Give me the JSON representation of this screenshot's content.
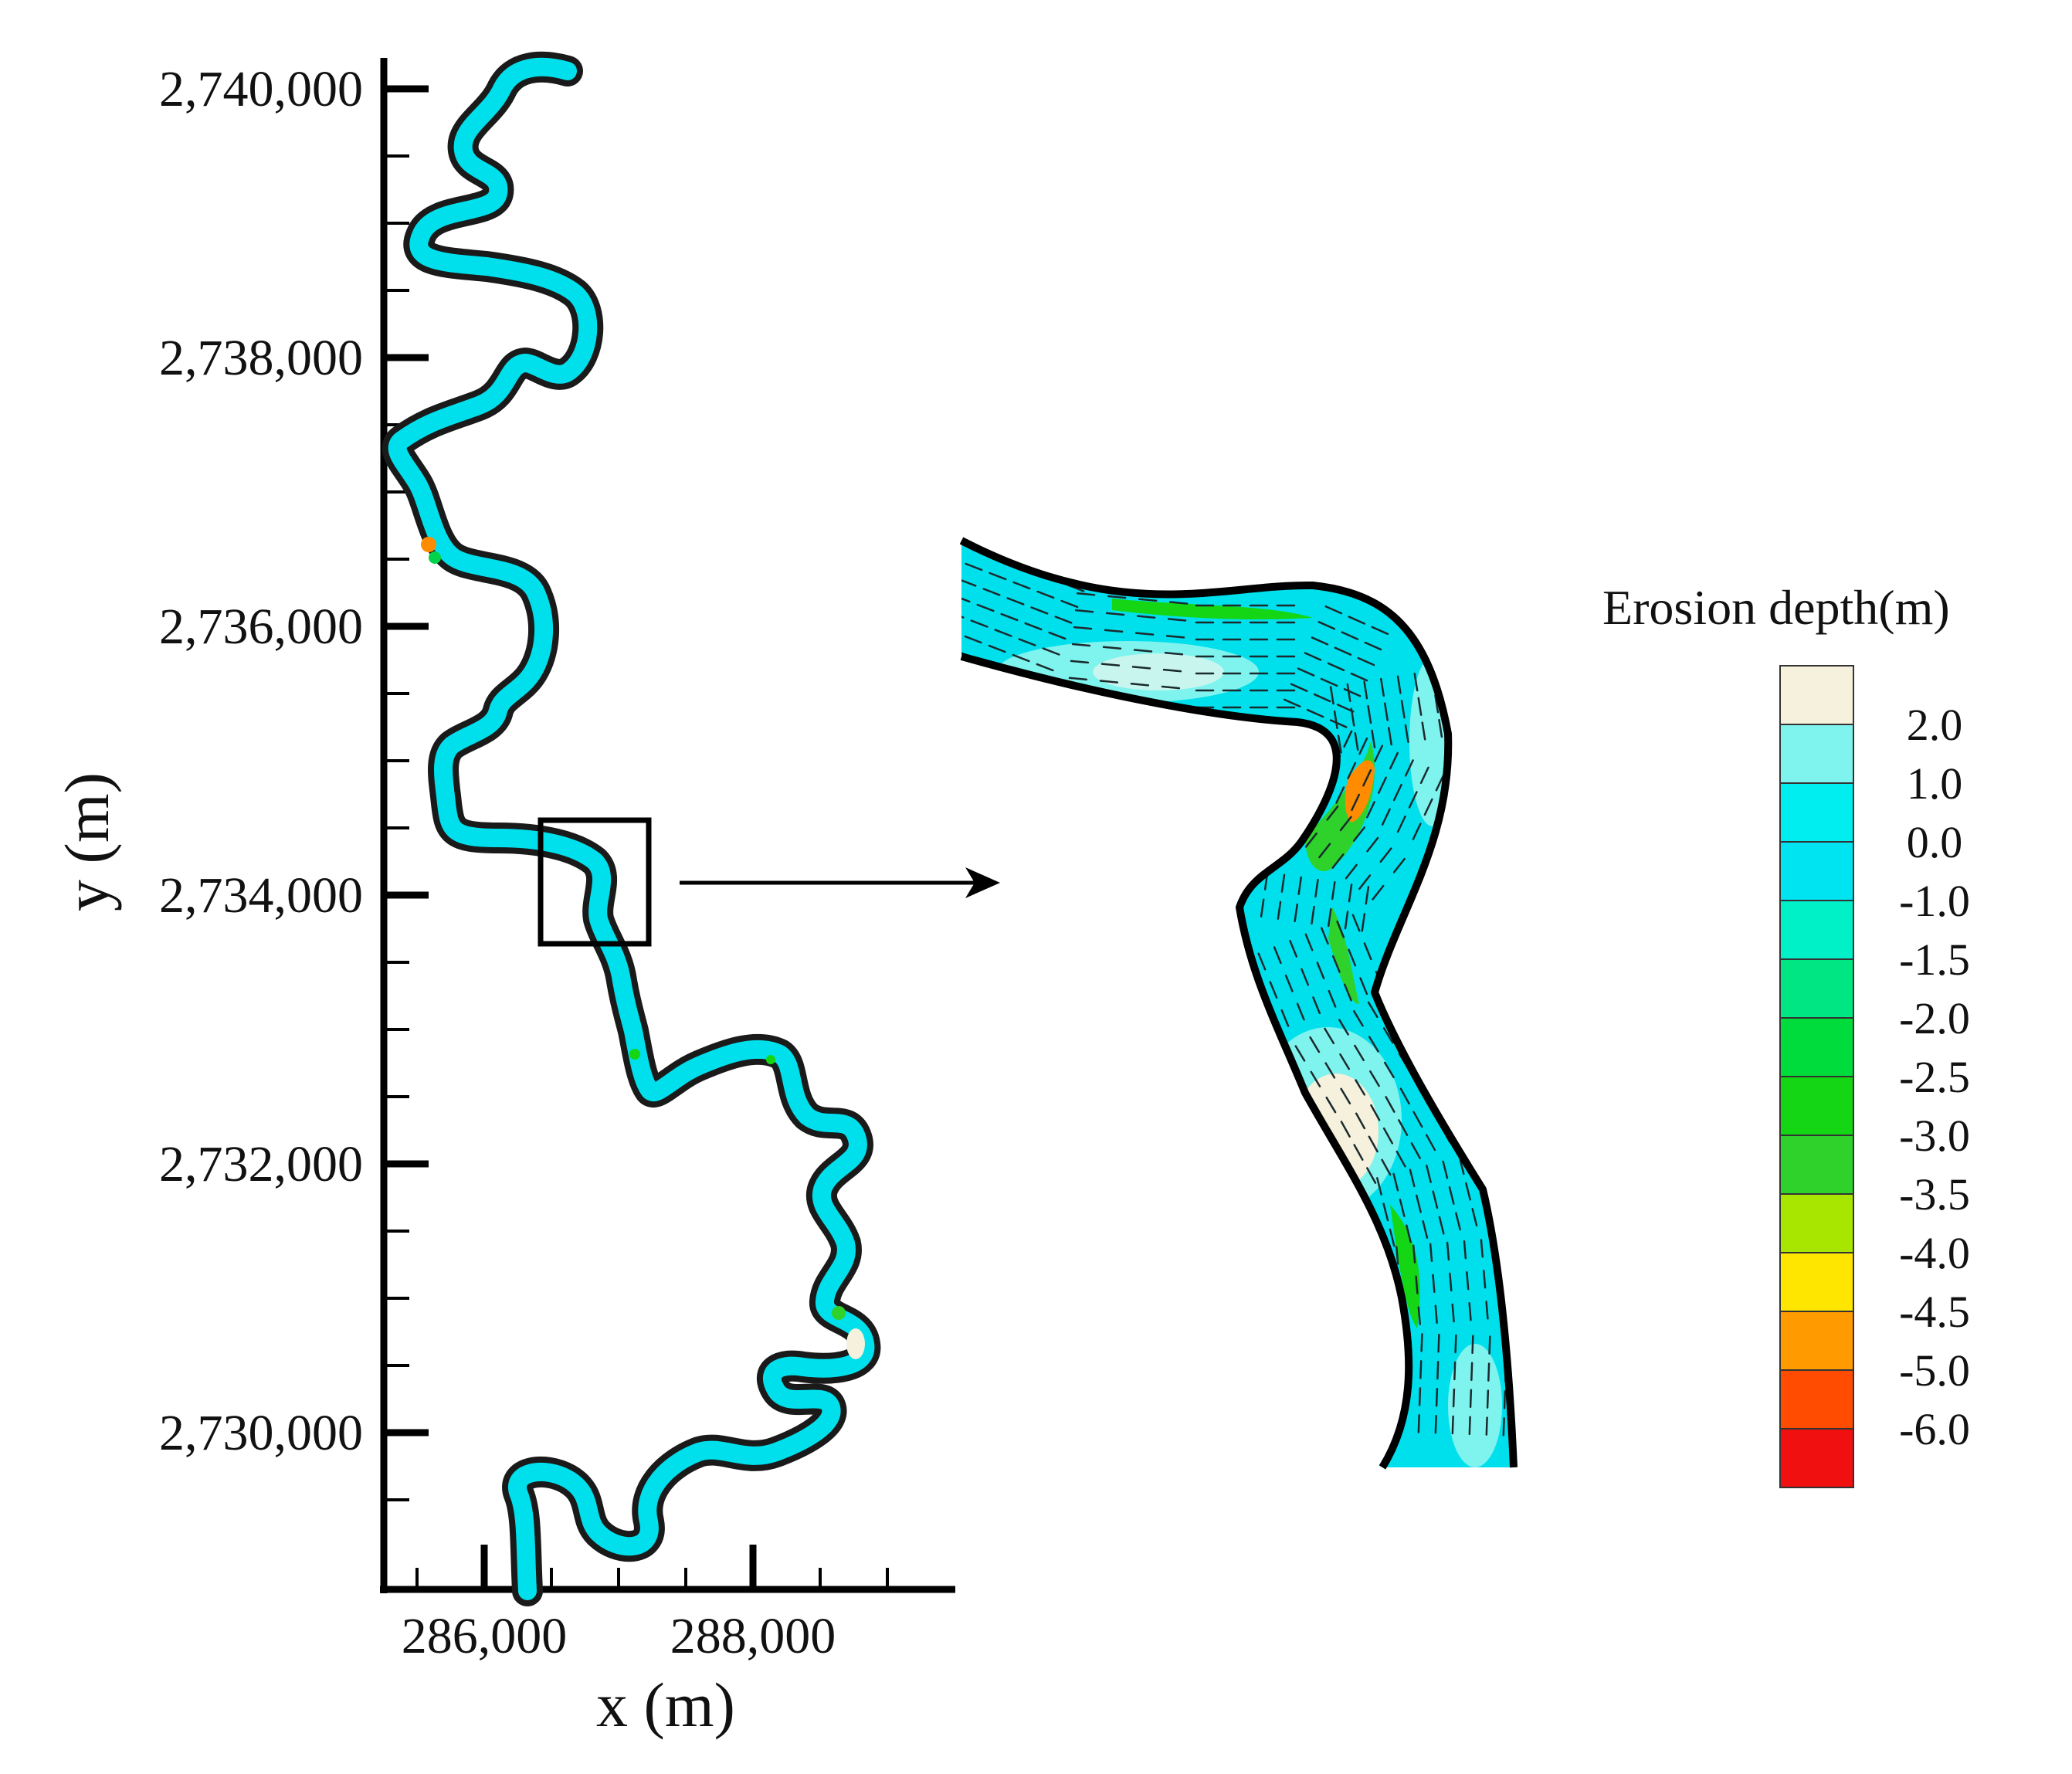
{
  "overview_map": {
    "x_axis": {
      "label": "x (m)",
      "range": [
        285200,
        289600
      ],
      "major_ticks": [
        286000,
        288000
      ],
      "tick_labels": [
        "286,000",
        "288,000"
      ]
    },
    "y_axis": {
      "label": "y (m)",
      "range": [
        2728800,
        2740200
      ],
      "major_ticks": [
        2730000,
        2732000,
        2734000,
        2736000,
        2738000,
        2740000
      ],
      "tick_labels": [
        "2,730,000",
        "2,732,000",
        "2,734,000",
        "2,736,000",
        "2,738,000",
        "2,740,000"
      ]
    },
    "river_fill_color": "#00e0ec",
    "river_bank_color": "#1a1a1a",
    "highlight_box": {
      "x_range": [
        286400,
        287200
      ],
      "y_range": [
        2733650,
        2734570
      ]
    }
  },
  "zoom_panel": {
    "description_source": "magnified view of boxed reach with velocity vectors",
    "background_fill": "#00e0ec",
    "bank_color": "#000000"
  },
  "legend": {
    "title": "Erosion depth(m)",
    "entries": [
      {
        "label": "2.0",
        "color": "#f5f1dc"
      },
      {
        "label": "1.0",
        "color": "#7ff3ee"
      },
      {
        "label": "0.0",
        "color": "#00eef0"
      },
      {
        "label": "-1.0",
        "color": "#00e4f2"
      },
      {
        "label": "-1.5",
        "color": "#00f0c8"
      },
      {
        "label": "-2.0",
        "color": "#00e682"
      },
      {
        "label": "-2.5",
        "color": "#00dc3c"
      },
      {
        "label": "-3.0",
        "color": "#14d614"
      },
      {
        "label": "-3.5",
        "color": "#2ed22a"
      },
      {
        "label": "-4.0",
        "color": "#a8e600"
      },
      {
        "label": "-4.5",
        "color": "#ffe600"
      },
      {
        "label": "-5.0",
        "color": "#ff9a00"
      },
      {
        "label": "-6.0",
        "color": "#ff4c00"
      },
      {
        "label": "",
        "color": "#f01010"
      }
    ]
  }
}
